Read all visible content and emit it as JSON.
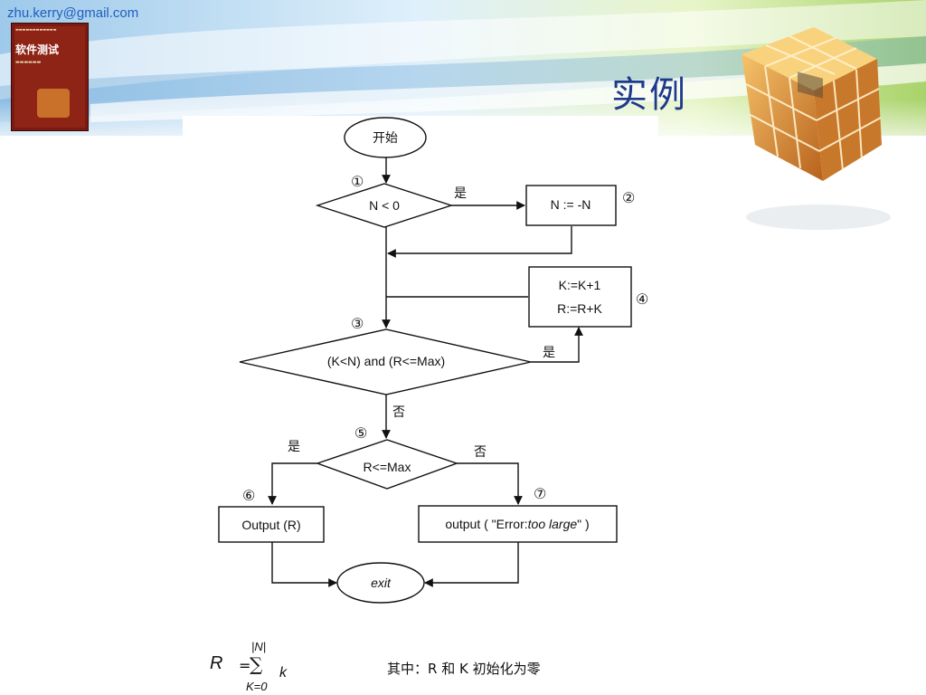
{
  "header": {
    "email": "zhu.kerry@gmail.com",
    "slide_title": "实例",
    "book_title": "软件测试"
  },
  "flowchart": {
    "nodes": {
      "start": "开始",
      "cond1": "N < 0",
      "negate": "N := -N",
      "increment_line1": "K:=K+1",
      "increment_line2": "R:=R+K",
      "cond3": "(K<N) and (R<=Max)",
      "cond5": "R<=Max",
      "output_r": "Output (R)",
      "output_err_prefix": "output ( \"Error:",
      "output_err_italic": "too large",
      "output_err_suffix": "\" )",
      "exit": "exit"
    },
    "edges": {
      "yes": "是",
      "no": "否"
    },
    "markers": {
      "m1": "①",
      "m2": "②",
      "m3": "③",
      "m4": "④",
      "m5": "⑤",
      "m6": "⑥",
      "m7": "⑦"
    }
  },
  "formula": {
    "lhs": "R",
    "equals": "=",
    "sum": "∑",
    "upper": "|N|",
    "lower": "K=0",
    "term": "k"
  },
  "note": "其中：R 和 K 初始化为零",
  "colors": {
    "title": "#1e3a8a",
    "email": "#1f5fbf",
    "line": "#111111"
  }
}
